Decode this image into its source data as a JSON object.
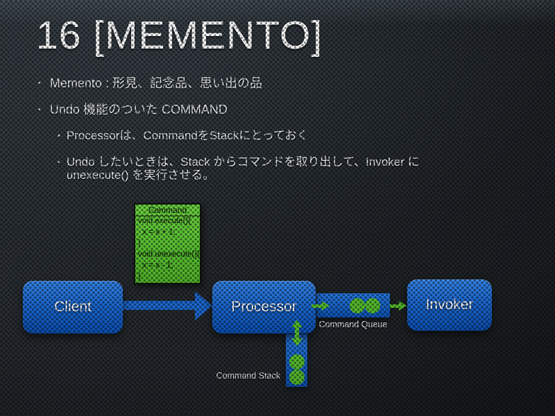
{
  "slide": {
    "title": "16 [MEMENTO]",
    "bullet_marker": "▪",
    "bullets": [
      {
        "level": 1,
        "text": "Memento : 形見、記念品、思い出の品"
      },
      {
        "level": 1,
        "text": "Undo 機能のついた COMMAND"
      },
      {
        "level": 2,
        "text": "Processorは、CommandをStackにとっておく"
      },
      {
        "level": 2,
        "text": "Undo したいときは、Stack からコマンドを取り出して、Invoker に unexecute() を実行させる。"
      }
    ]
  },
  "diagram": {
    "command_class": {
      "title": "Command",
      "code_lines": [
        "void execute(){",
        "  x = x + 1;",
        "}",
        "void unexecute(){",
        "  x = x - 1;",
        "}"
      ]
    },
    "nodes": [
      {
        "id": "client",
        "label": "Client"
      },
      {
        "id": "processor",
        "label": "Processor"
      },
      {
        "id": "invoker",
        "label": "Invoker"
      }
    ],
    "queue_label": "Command Queue",
    "stack_label": "Command Stack",
    "queue_token_count": 2,
    "stack_token_count": 2
  },
  "colors": {
    "background": "#22262a",
    "node_blue": "#1b66cc",
    "arrow_blue": "#1b66cc",
    "green": "#54b92c",
    "code_box_green": "#58bf31",
    "text": "#ffffff",
    "code_text": "#0a1207"
  }
}
